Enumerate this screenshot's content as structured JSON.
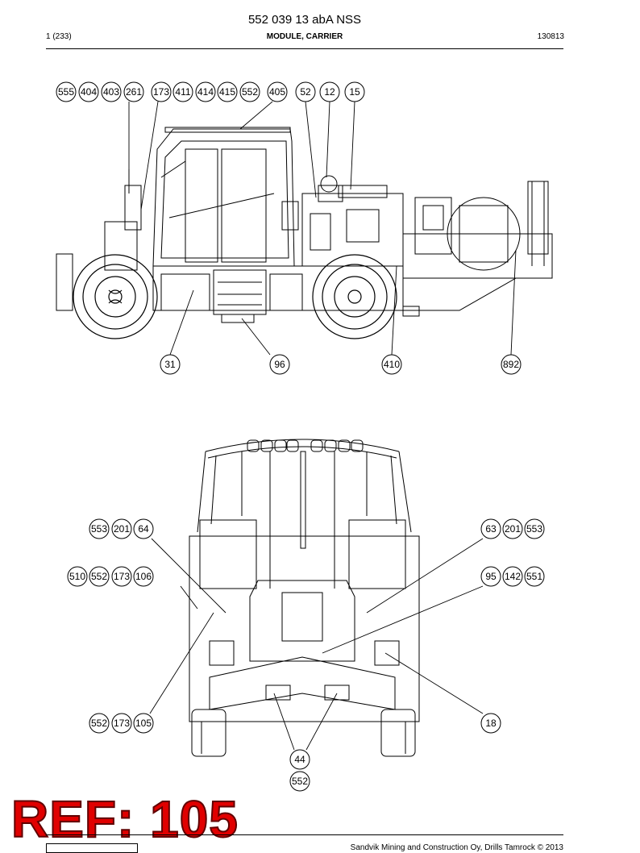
{
  "header": {
    "doc_title": "552 039 13 abA NSS",
    "page": "1 (233)",
    "module": "MODULE, CARRIER",
    "date_code": "130813"
  },
  "balloons_side": [
    "555",
    "404",
    "403",
    "261",
    "173",
    "411",
    "414",
    "415",
    "552",
    "405",
    "52",
    "12",
    "15",
    "31",
    "96",
    "410",
    "892"
  ],
  "balloons_rear": [
    "553",
    "201",
    "64",
    "63",
    "201",
    "553",
    "510",
    "552",
    "173",
    "106",
    "95",
    "142",
    "551",
    "552",
    "173",
    "105",
    "18",
    "44",
    "552"
  ],
  "ref_label": "REF: 105",
  "footer": "Sandvik Mining and Construction Oy, Drills Tamrock © 2013"
}
